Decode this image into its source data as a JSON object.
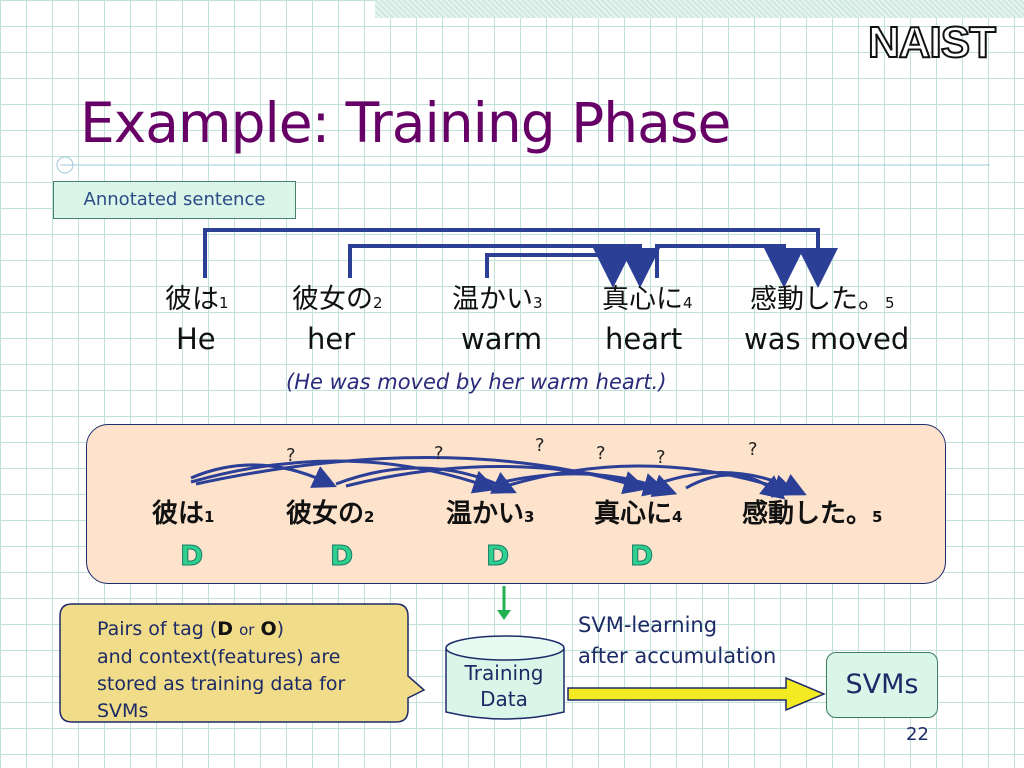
{
  "header": {
    "logo": "NAIST"
  },
  "slide": {
    "title": "Example: Training Phase",
    "annotated_label": "Annotated sentence",
    "words": [
      {
        "jp": "彼は",
        "idx": "1",
        "en": "He"
      },
      {
        "jp": "彼女の",
        "idx": "2",
        "en": "her"
      },
      {
        "jp": "温かい",
        "idx": "3",
        "en": "warm"
      },
      {
        "jp": "真心に",
        "idx": "4",
        "en": "heart"
      },
      {
        "jp": "感動した。",
        "idx": "5",
        "en": "was moved"
      }
    ],
    "translation": "(He was moved by her warm heart.)",
    "panel": {
      "words": [
        {
          "jp": "彼は",
          "idx": "1"
        },
        {
          "jp": "彼女の",
          "idx": "2"
        },
        {
          "jp": "温かい",
          "idx": "3"
        },
        {
          "jp": "真心に",
          "idx": "4"
        },
        {
          "jp": "感動した。",
          "idx": "5"
        }
      ],
      "tags": [
        "D",
        "D",
        "D",
        "D"
      ],
      "question_mark": "?"
    },
    "callout": {
      "line1_pre": "Pairs of tag (",
      "tag_d": "D",
      "or": "or",
      "tag_o": "O",
      "line1_post": ")",
      "rest": "and context(features) are stored as training data for SVMs"
    },
    "svm_learning": [
      "SVM-learning",
      "after accumulation"
    ],
    "training_data": [
      "Training",
      "Data"
    ],
    "svms": "SVMs",
    "page_number": "22"
  },
  "colors": {
    "title": "#660066",
    "arrows": "#2b3f97",
    "panel_bg": "#fde3cc",
    "tag": "#2fd08d",
    "callout_bg": "#f1dc8a",
    "box_bg": "#d9f6e8",
    "yellow_arrow": "#f4ea22"
  }
}
